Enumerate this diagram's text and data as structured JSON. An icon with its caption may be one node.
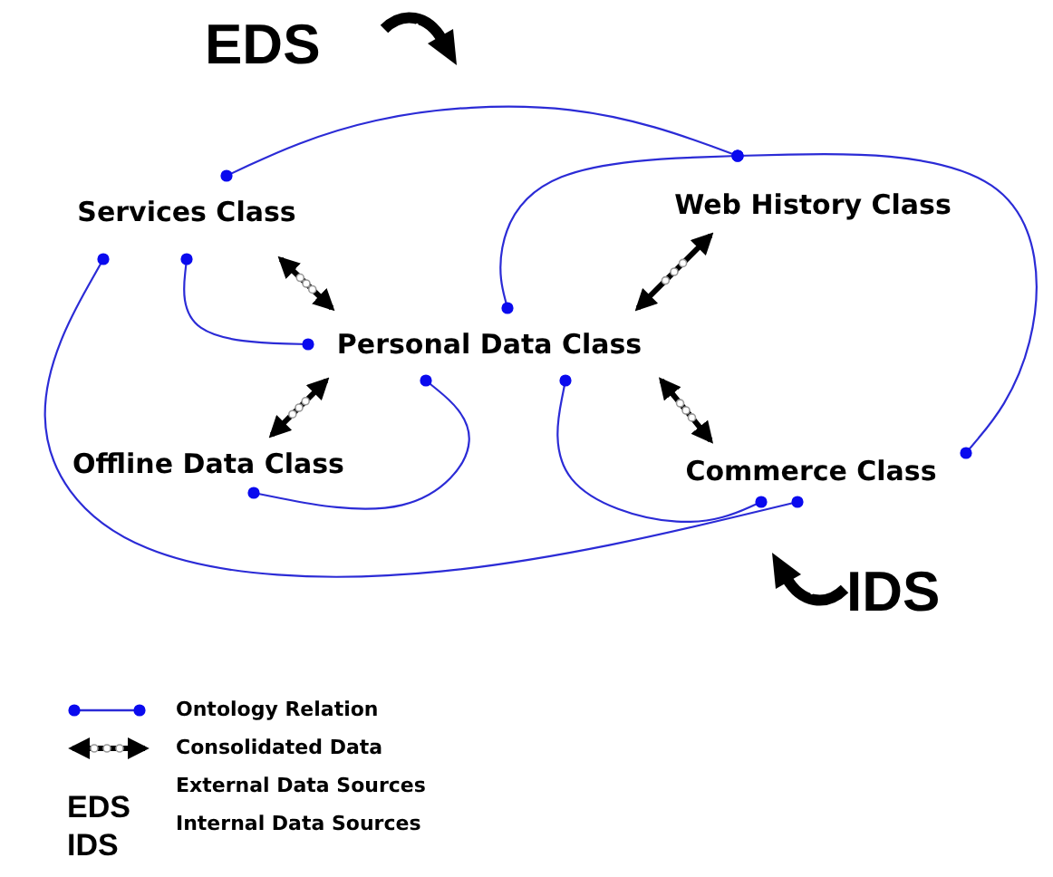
{
  "diagram": {
    "nodes": [
      {
        "text": [
          "Services Class"
        ]
      },
      {
        "text": [
          "Web History Class"
        ]
      },
      {
        "text": [
          "Personal Data Class"
        ]
      },
      {
        "text": [
          "Offline Data Class"
        ]
      },
      {
        "text": [
          "Commerce Class"
        ]
      }
    ],
    "edges": [
      {
        "from": 0,
        "to": 1,
        "arrow": "other"
      },
      {
        "from": 0,
        "to": 2,
        "arrow": "other"
      },
      {
        "from": 0,
        "to": 4,
        "arrow": "other"
      },
      {
        "from": 1,
        "to": 2,
        "arrow": "other"
      },
      {
        "from": 1,
        "to": 4,
        "arrow": "other"
      },
      {
        "from": 2,
        "to": 3,
        "arrow": "other"
      },
      {
        "from": 2,
        "to": 4,
        "arrow": "other"
      },
      {
        "from": 2,
        "to": 0,
        "arrow": "both",
        "style": "thick",
        "color": "#000000"
      },
      {
        "from": 2,
        "to": 1,
        "arrow": "both",
        "style": "thick",
        "color": "#000000"
      },
      {
        "from": 2,
        "to": 3,
        "arrow": "both",
        "style": "thick",
        "color": "#000000"
      },
      {
        "from": 2,
        "to": 4,
        "arrow": "both",
        "style": "thick",
        "color": "#000000"
      }
    ],
    "labels": [
      "EDS",
      "IDS",
      "EDS",
      "IDS"
    ],
    "legend": [
      {
        "text": "Ontology Relation"
      },
      {
        "text": "Consolidated Data"
      },
      {
        "text": "External Data Sources"
      },
      {
        "text": "Internal Data Sources"
      }
    ]
  }
}
